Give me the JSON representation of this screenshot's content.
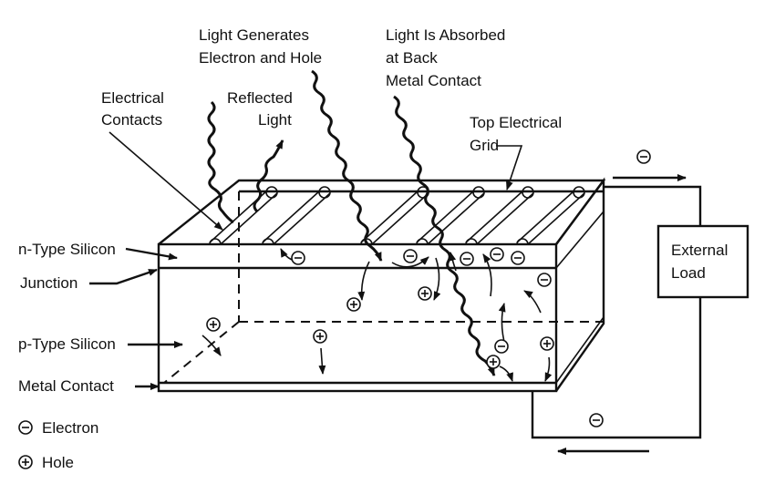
{
  "title": "Solar cell cross-section diagram",
  "labels": {
    "light_generates": [
      "Light Generates",
      "Electron and Hole"
    ],
    "light_absorbed": [
      "Light Is Absorbed",
      "at Back",
      "Metal Contact"
    ],
    "electrical_contacts": [
      "Electrical",
      "Contacts"
    ],
    "reflected_light": [
      "Reflected",
      "Light"
    ],
    "top_grid": [
      "Top Electrical",
      "Grid"
    ],
    "n_type": "n-Type Silicon",
    "junction": "Junction",
    "p_type": "p-Type Silicon",
    "metal_contact": "Metal Contact",
    "external_load": [
      "External",
      "Load"
    ]
  },
  "legend": [
    {
      "symbol": "electron",
      "label": "Electron"
    },
    {
      "symbol": "hole",
      "label": "Hole"
    }
  ],
  "colors": {
    "ink": "#111111",
    "paper": "#ffffff"
  }
}
